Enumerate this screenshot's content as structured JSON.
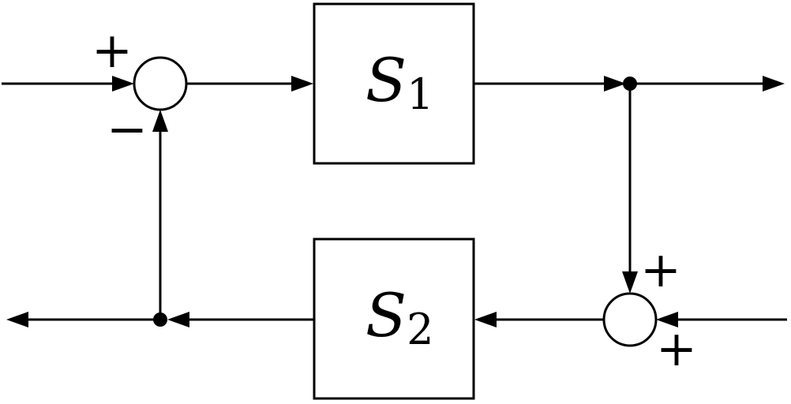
{
  "diagram": {
    "type": "block-diagram-feedback-system",
    "background_color": "#ffffff",
    "line_color": "#000000",
    "blocks": [
      {
        "label": "S",
        "subscript": "1"
      },
      {
        "label": "S",
        "subscript": "2"
      }
    ],
    "junctions": [
      {
        "top_sign": "+",
        "bottom_sign": "−"
      },
      {
        "top_sign": "+",
        "bottom_sign": "+"
      }
    ]
  }
}
